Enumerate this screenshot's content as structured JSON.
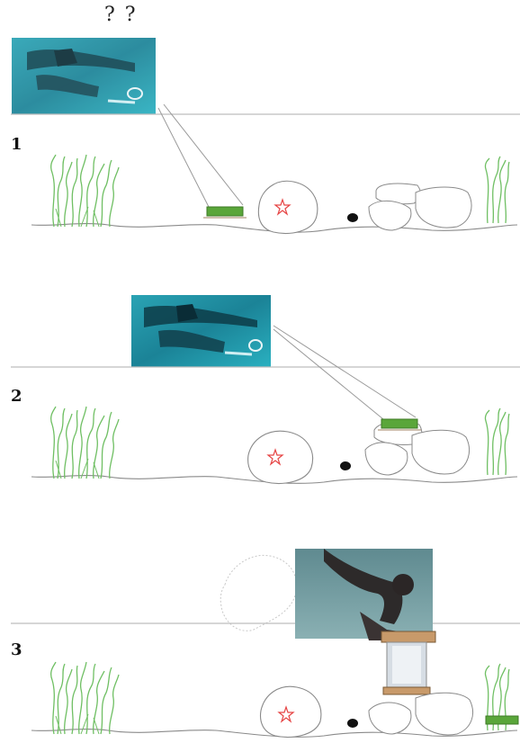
{
  "question_marks": "? ?",
  "panels": [
    {
      "label": "1"
    },
    {
      "label": "2"
    },
    {
      "label": "3"
    }
  ],
  "colors": {
    "water_photo": "#1f8fa0",
    "seagrass": "#6fbf63",
    "starfish": "#e64545",
    "tag": "#5aa63a",
    "waterline": "#bdbdbd",
    "seafloor": "#8a8a8a"
  }
}
